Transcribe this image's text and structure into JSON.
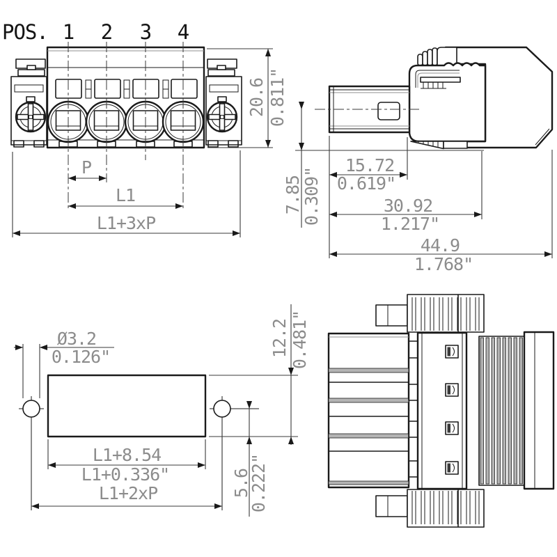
{
  "pos": {
    "label": "POS.",
    "numbers": [
      "1",
      "2",
      "3",
      "4"
    ]
  },
  "dims": {
    "front": {
      "height_mm": "20.6",
      "height_in": "0.811\"",
      "pitch": "P",
      "l1": "L1",
      "total": "L1+3xP"
    },
    "side": {
      "plug_mm": "15.72",
      "plug_in": "0.619\"",
      "body_mm": "30.92",
      "body_in": "1.217\"",
      "overall_mm": "44.9",
      "overall_in": "1.768\"",
      "axis_mm": "7.85",
      "axis_in": "0.309\""
    },
    "footprint": {
      "hole_mm": "Ø3.2",
      "hole_in": "0.126\"",
      "length_mm": "L1+8.54",
      "length_in": "L1+0.336\"",
      "pitch_total": "L1+2xP",
      "edge_mm": "5.6",
      "edge_in": "0.222\"",
      "height_mm": "12.2",
      "height_in": "0.481\""
    }
  },
  "colors": {
    "line": "#1a1a1a",
    "dim_text": "#8c8c8c",
    "shade": "#b4b4b4"
  }
}
